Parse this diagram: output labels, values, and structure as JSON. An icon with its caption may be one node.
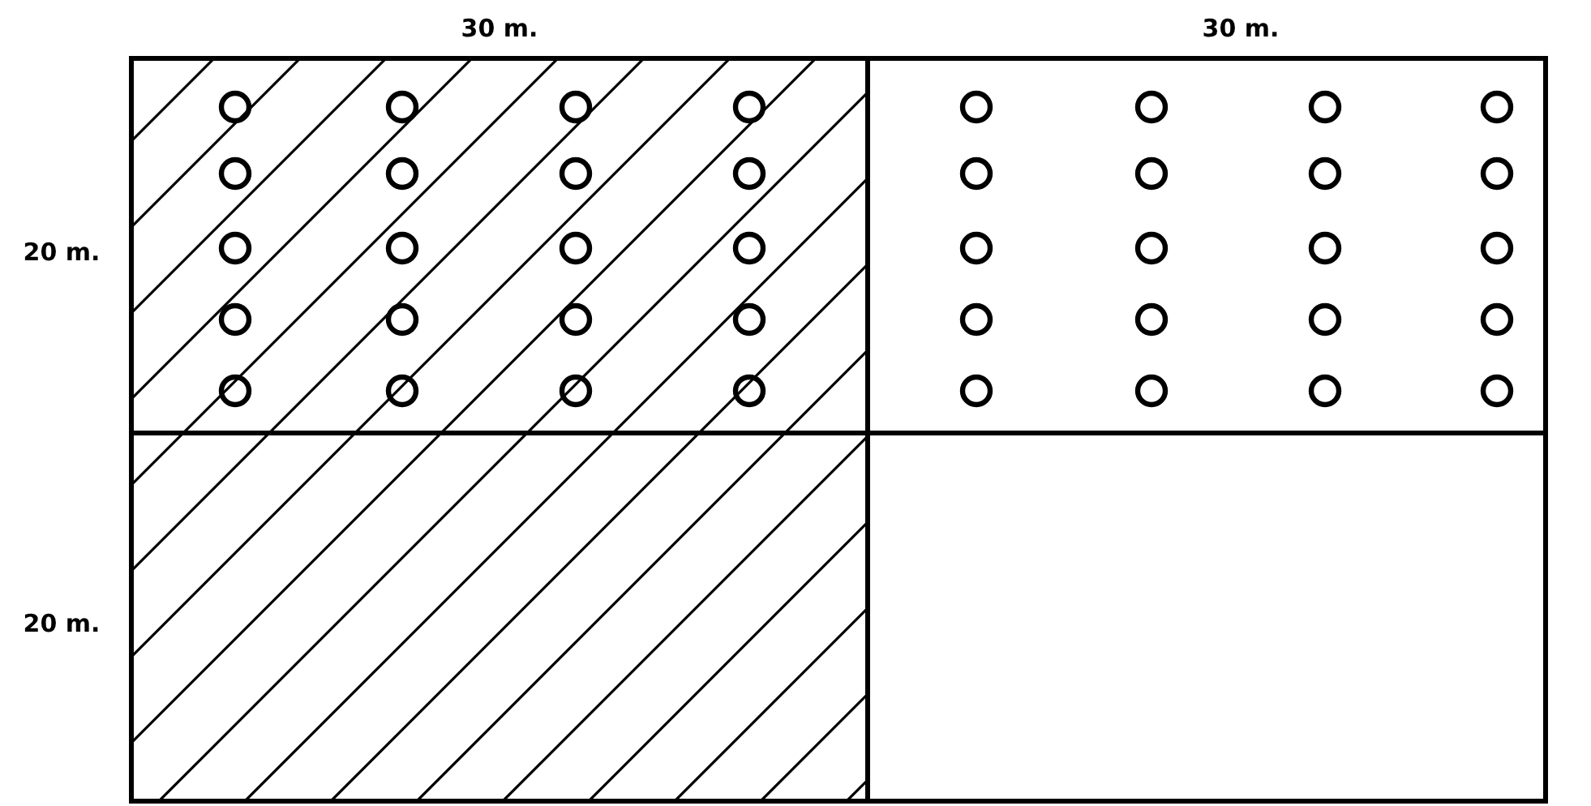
{
  "diagram": {
    "labels": [
      "30 m.",
      "30 m.",
      "20 m.",
      "20 m."
    ]
  }
}
